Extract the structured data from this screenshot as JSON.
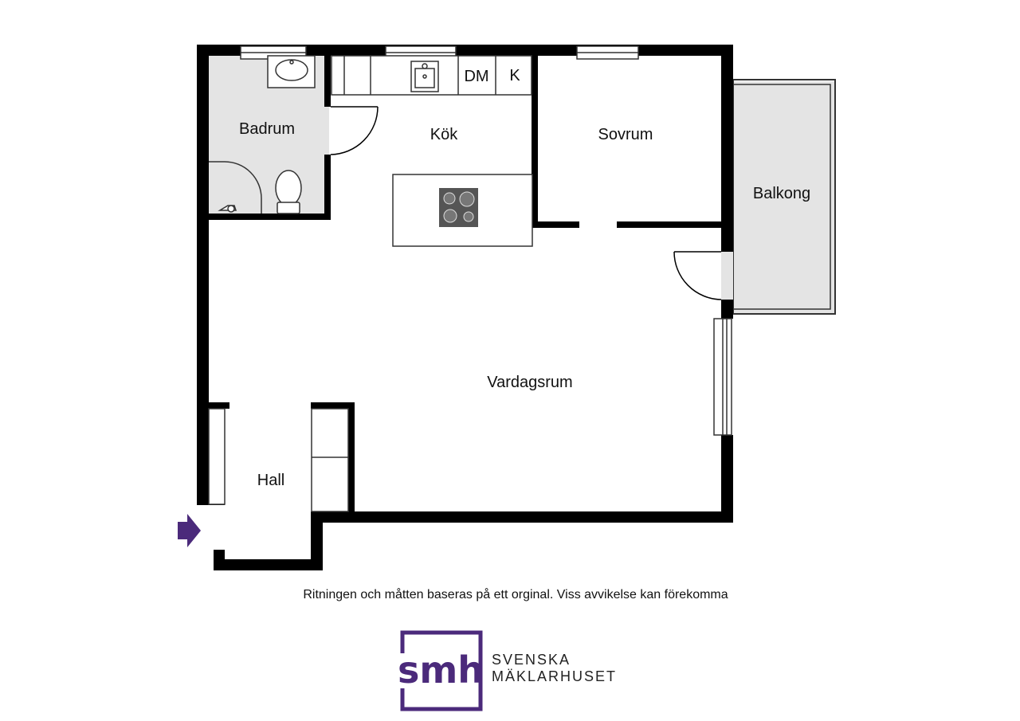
{
  "rooms": {
    "badrum": "Badrum",
    "kok": "Kök",
    "sovrum": "Sovrum",
    "balkong": "Balkong",
    "vardagsrum": "Vardagsrum",
    "hall": "Hall"
  },
  "fixtures": {
    "dishwasher": "DM",
    "fridge": "K"
  },
  "disclaimer": "Ritningen och måtten baseras på ett orginal. Viss avvikelse kan förekomma",
  "logo": {
    "mark": "smh",
    "line1": "SVENSKA",
    "line2": "MÄKLARHUSET"
  },
  "colors": {
    "wall": "#000000",
    "wet_room_floor": "#e4e4e4",
    "brand_purple": "#4b2a7b"
  }
}
